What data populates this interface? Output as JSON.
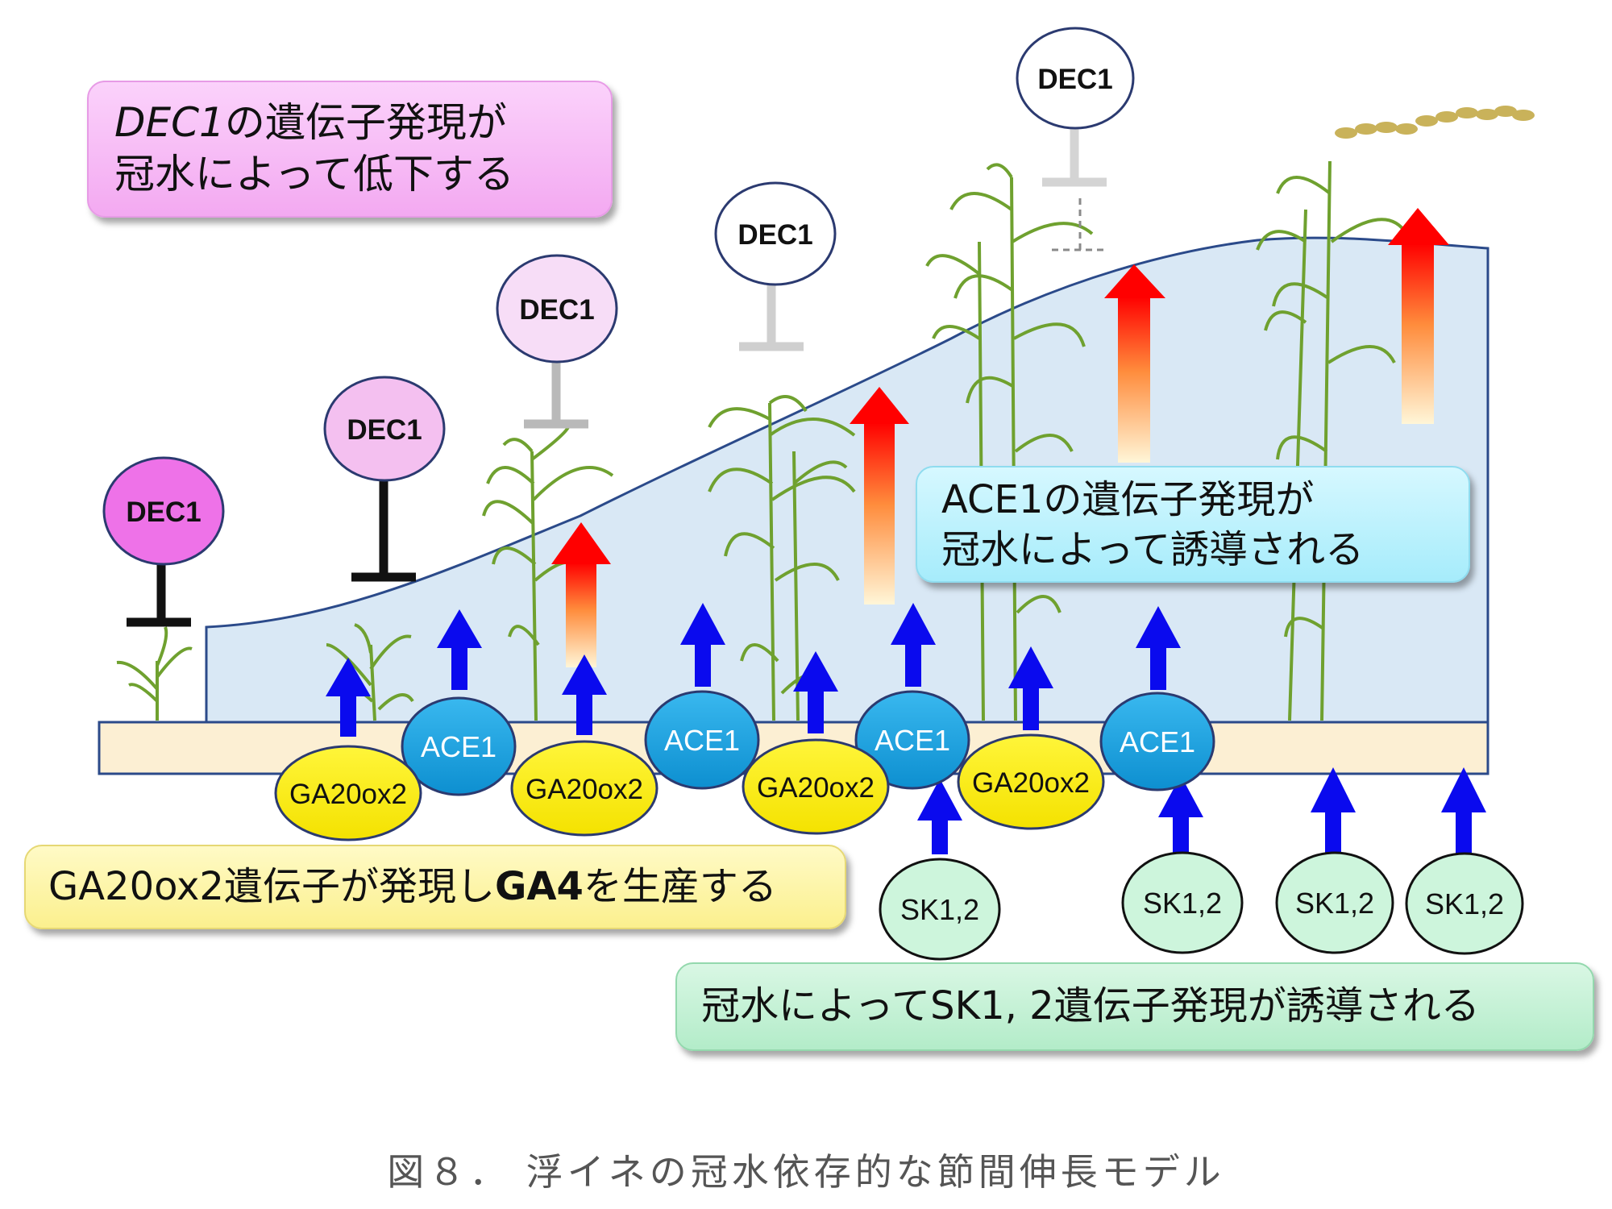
{
  "callouts": {
    "dec1": {
      "gene": "DEC1",
      "line1_rest": "の遺伝子発現が",
      "line2": "冠水によって低下する"
    },
    "ace1": {
      "line1": "ACE1の遺伝子発現が",
      "line2": "冠水によって誘導される"
    },
    "ga": {
      "before": "GA20ox2遺伝子が発現し",
      "ga4": "GA4",
      "after": "を生産する"
    },
    "sk": {
      "text": "冠水によってSK1, 2遺伝子発現が誘導される"
    }
  },
  "nodes": {
    "dec1": [
      "DEC1",
      "DEC1",
      "DEC1",
      "DEC1",
      "DEC1"
    ],
    "ace1": [
      "ACE1",
      "ACE1",
      "ACE1",
      "ACE1"
    ],
    "ga20ox2": [
      "GA20ox2",
      "GA20ox2",
      "GA20ox2",
      "GA20ox2"
    ],
    "sk": [
      "SK1,2",
      "SK1,2",
      "SK1,2",
      "SK1,2"
    ]
  },
  "colors": {
    "water": "#d9e8f5",
    "soil": "#fcefd3",
    "up_arrow": "#0a0aee",
    "growth_arrow_top": "#ff0000",
    "growth_arrow_bottom": "#fff6d8",
    "ace1_fill": "#1aa3e0",
    "ga_fill": "#ffee00",
    "sk_fill": "#cdf5dc",
    "dec1_fill_strong": "#ee72e8",
    "plant_green": "#6fa12f"
  },
  "caption": "図８． 浮イネの冠水依存的な節間伸長モデル"
}
